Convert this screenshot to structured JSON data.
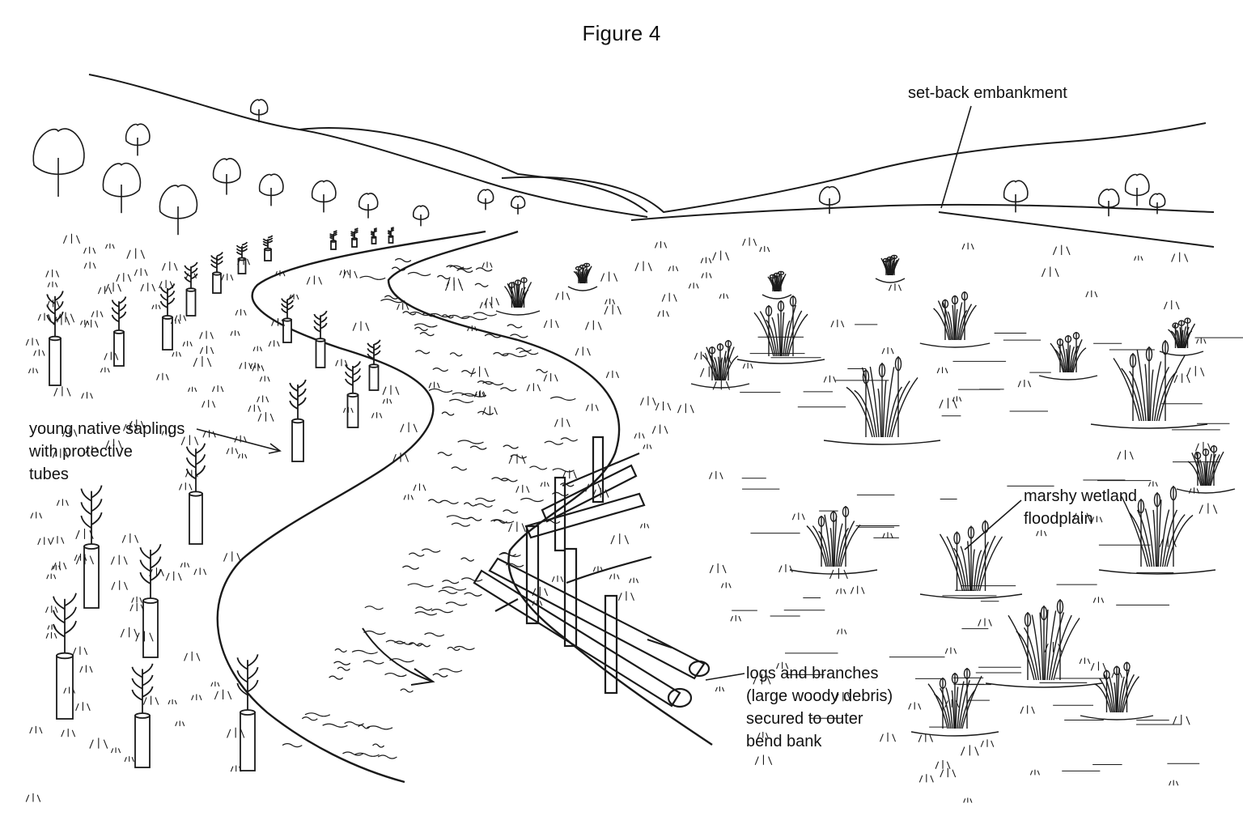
{
  "figure": {
    "title": "Figure 4"
  },
  "labels": {
    "saplings": [
      "young native saplings",
      "with protective",
      "tubes"
    ],
    "embankment": [
      "set-back embankment"
    ],
    "wetland": [
      "marshy wetland",
      "floodplain"
    ],
    "debris": [
      "logs and branches",
      "(large woody debris)",
      "secured to outer",
      "bend bank"
    ]
  },
  "style": {
    "ink": "#1a1a1a",
    "paper": "#ffffff"
  }
}
